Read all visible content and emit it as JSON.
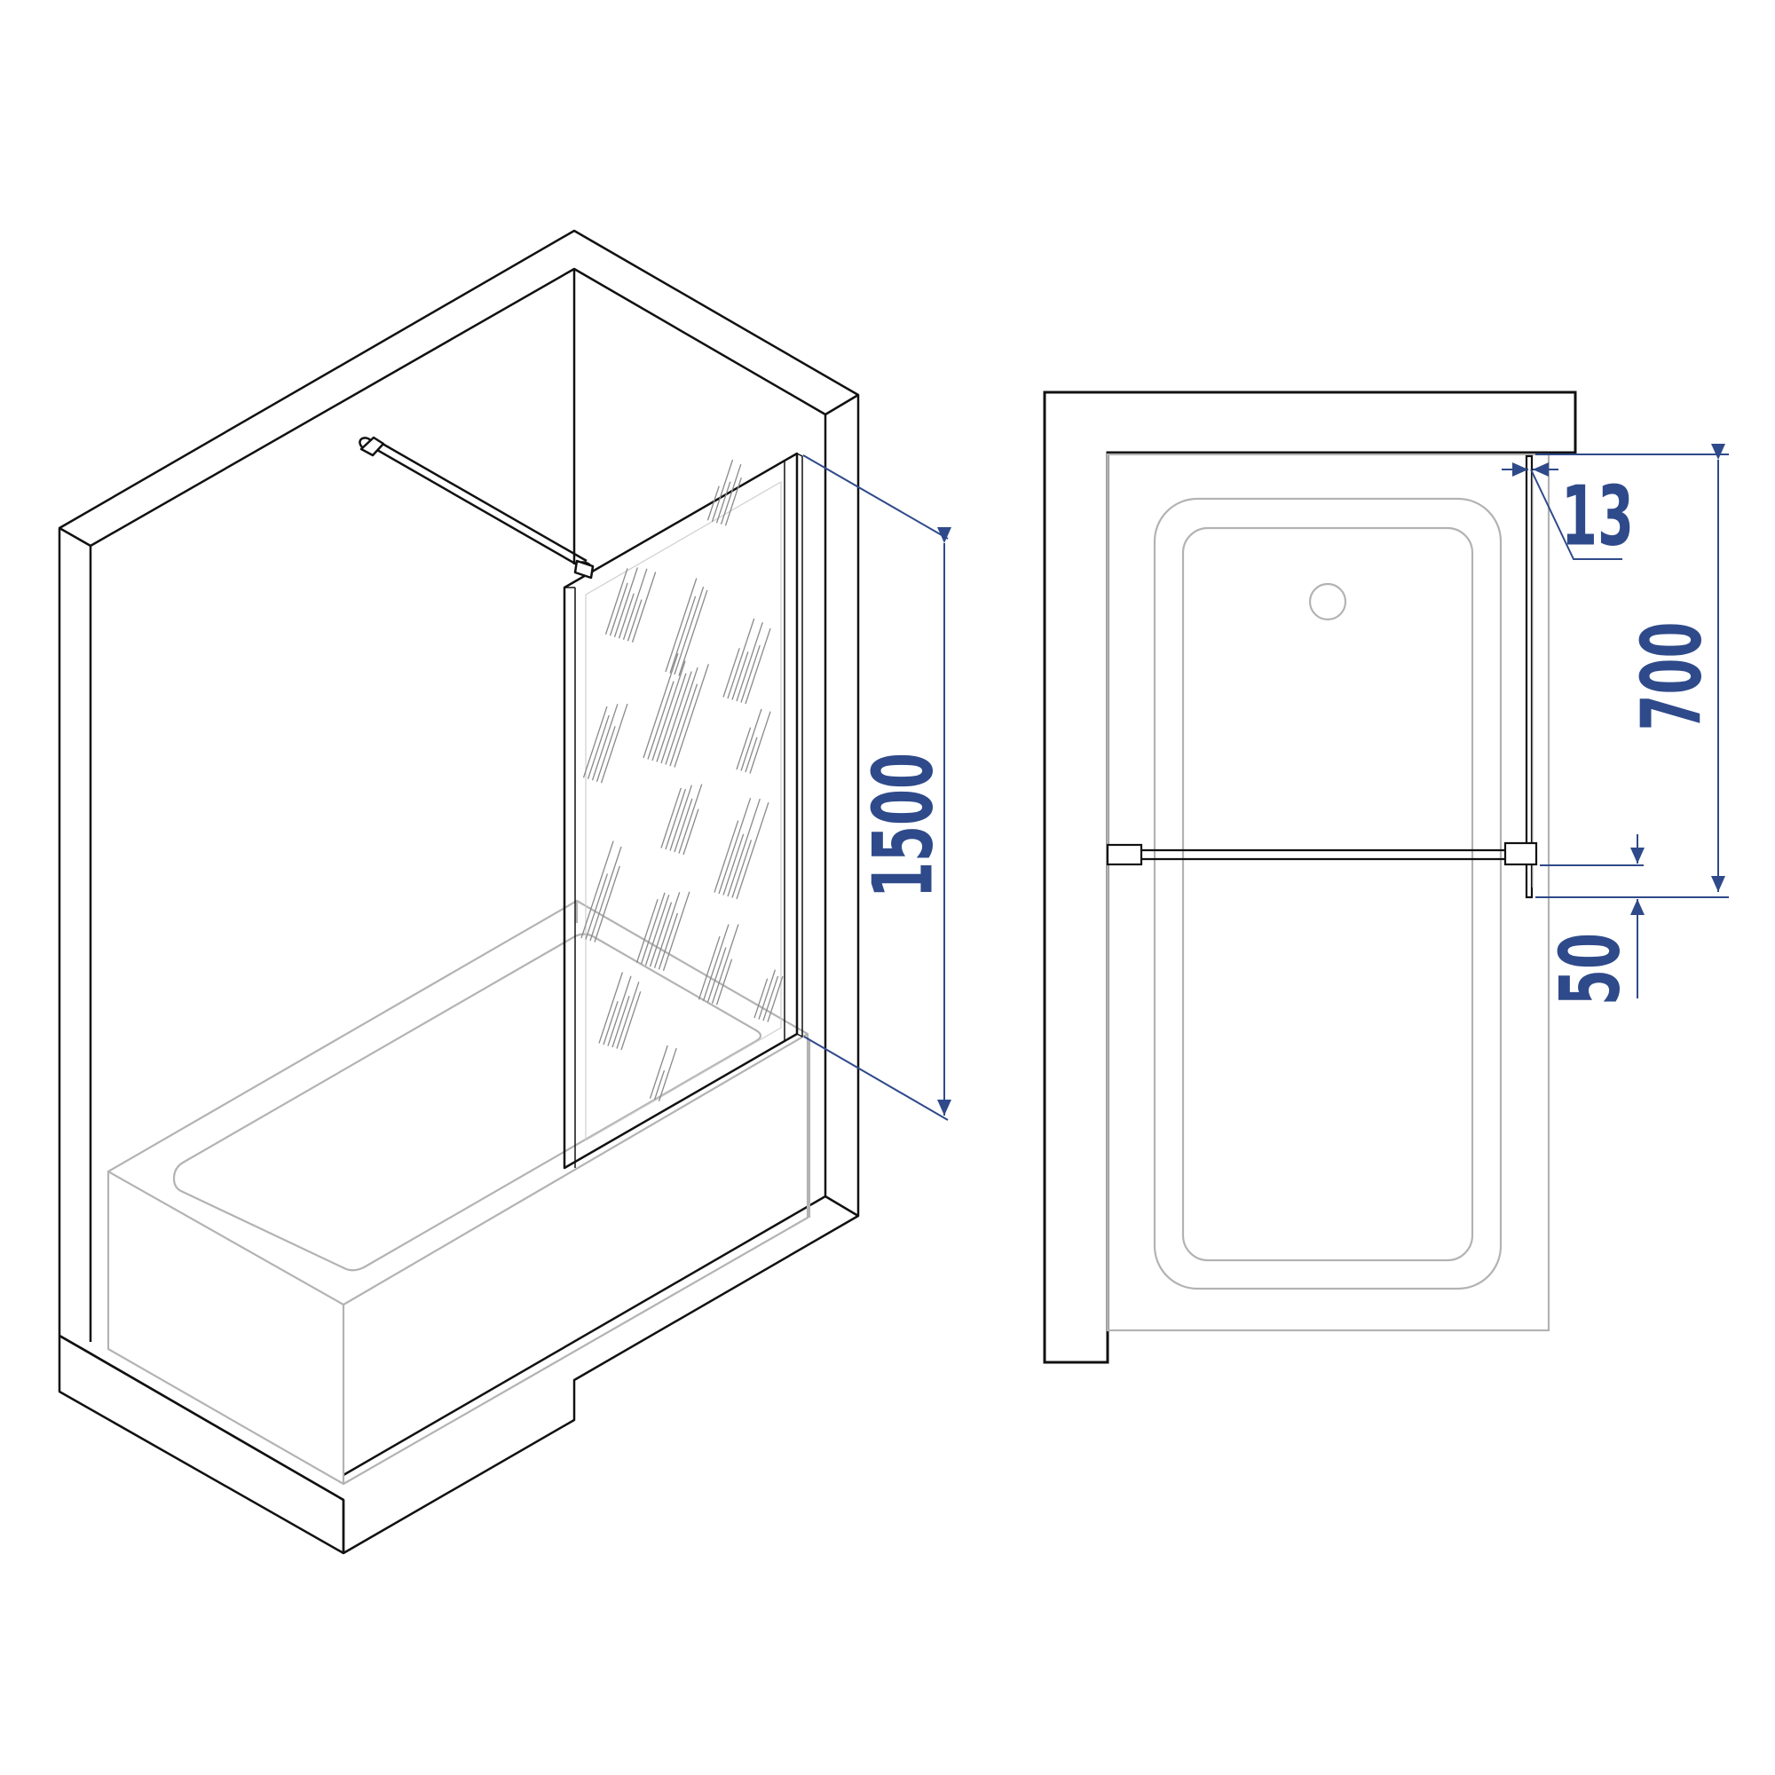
{
  "colors": {
    "outline": "#111111",
    "tub": "#b3b3b3",
    "glass_pattern": "#8a8a8a",
    "dimension": "#2f4a8a",
    "background": "#ffffff"
  },
  "dimensions": {
    "panel_height": "1500",
    "panel_width": "700",
    "glass_thickness": "13",
    "bar_offset": "50"
  }
}
